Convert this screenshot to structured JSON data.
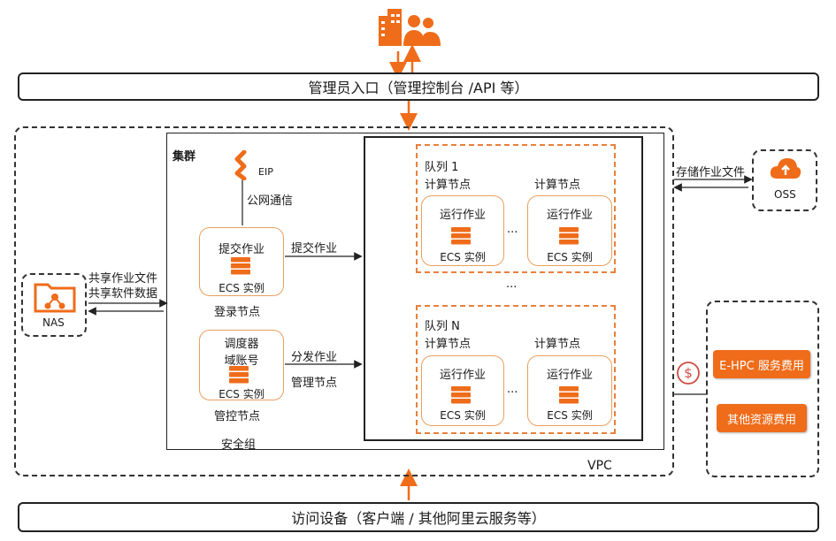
{
  "admin_entry": "管理员入口（管理控制台 /API 等）",
  "access_devices": "访问设备（客户端 / 其他阿里云服务等）",
  "vpc": "VPC",
  "cluster": "集群",
  "security_group": "安全组",
  "eip": "EIP",
  "public_comm": "公网通信",
  "login_node": {
    "task": "提交作业",
    "ecs": "ECS  实例",
    "caption": "登录节点"
  },
  "submit_job": "提交作业",
  "control_node": {
    "line1": "调度器",
    "line2": "域账号",
    "ecs": "ECS  实例",
    "caption": "管控节点"
  },
  "dispatch_job": "分发作业",
  "manage_node": "管理节点",
  "queue1": {
    "title": "队列  1",
    "compute_a": "计算节点",
    "compute_b": "计算节点",
    "run_a": "运行作业",
    "run_b": "运行作业",
    "ecs_a": "ECS  实例",
    "ecs_b": "ECS  实例"
  },
  "queueN": {
    "title": "队列  N",
    "compute_a": "计算节点",
    "compute_b": "计算节点",
    "run_a": "运行作业",
    "run_b": "运行作业",
    "ecs_a": "ECS  实例",
    "ecs_b": "ECS  实例"
  },
  "ellipsis": "···",
  "nas": "NAS",
  "nas_share1": "共享作业文件",
  "nas_share2": "共享软件数据",
  "oss": "OSS",
  "oss_store": "存储作业文件",
  "billing": {
    "ehpc": "E-HPC 服务费用",
    "other": "其他资源费用"
  },
  "colors": {
    "orange": "#ef6c1a",
    "border": "#222222",
    "node_border": "#e8a060"
  }
}
